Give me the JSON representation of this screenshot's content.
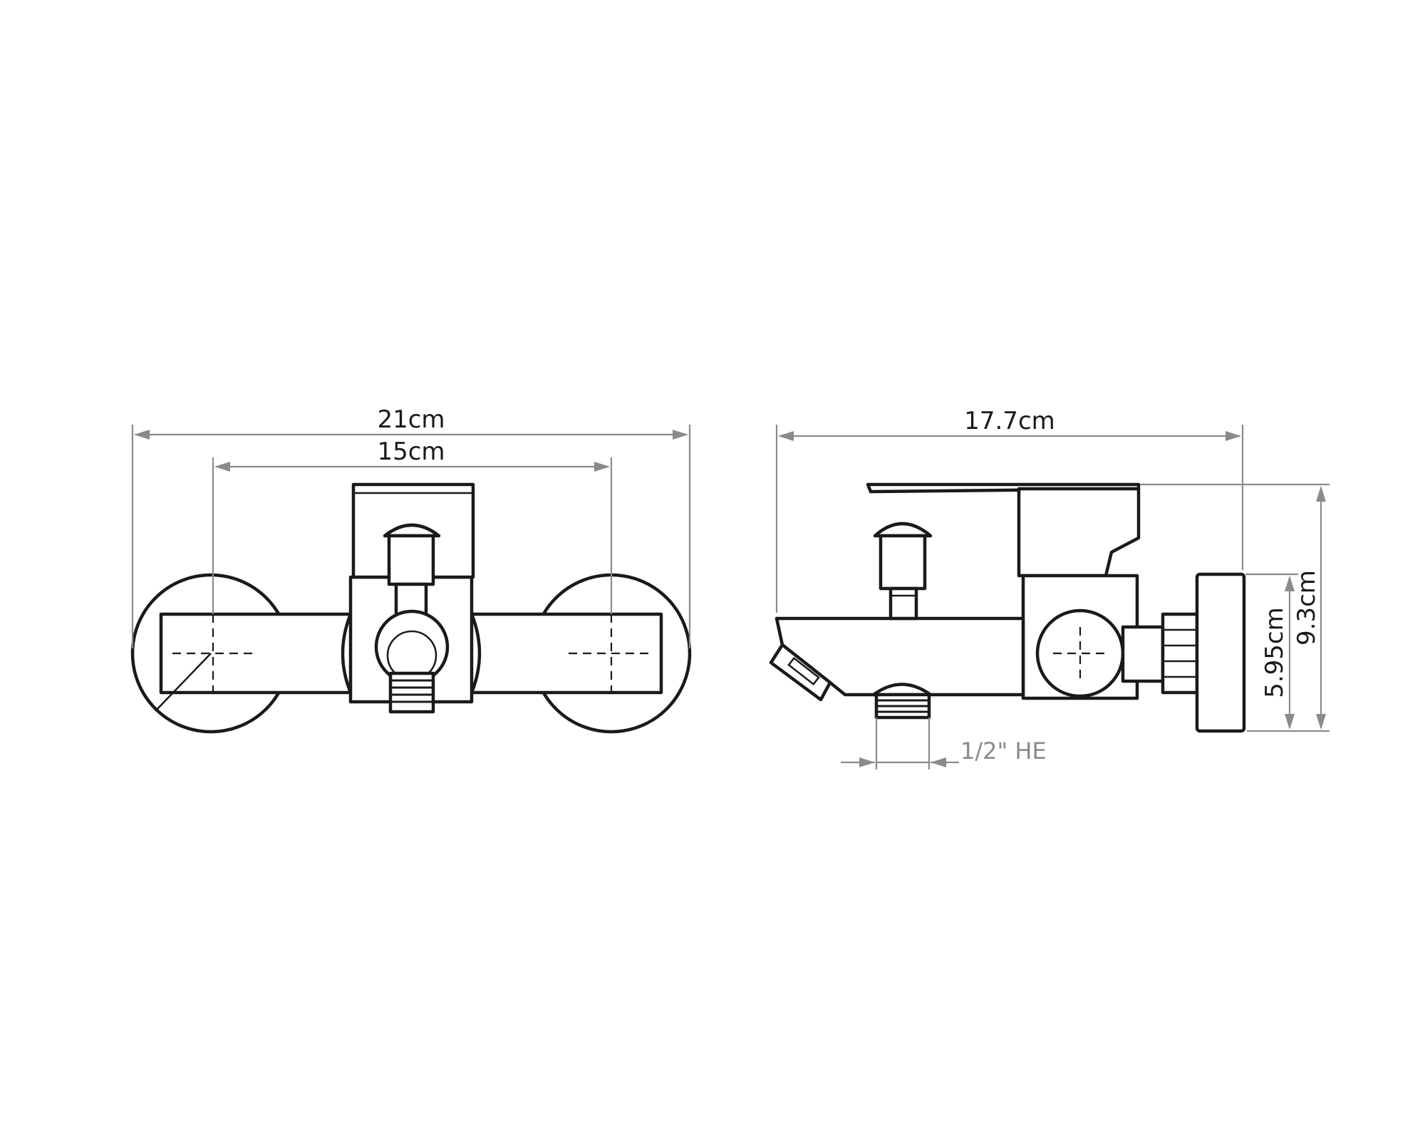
{
  "dimensions": {
    "front_overall_width": "21cm",
    "front_inlet_spacing": "15cm",
    "side_overall_length": "17.7cm",
    "side_total_height": "9.3cm",
    "side_body_height": "5.95cm",
    "outlet_thread": "1/2\" HE"
  },
  "colors": {
    "outline": "#1a1a1a",
    "dimension_line": "#8a8a8a",
    "background": "#ffffff"
  }
}
